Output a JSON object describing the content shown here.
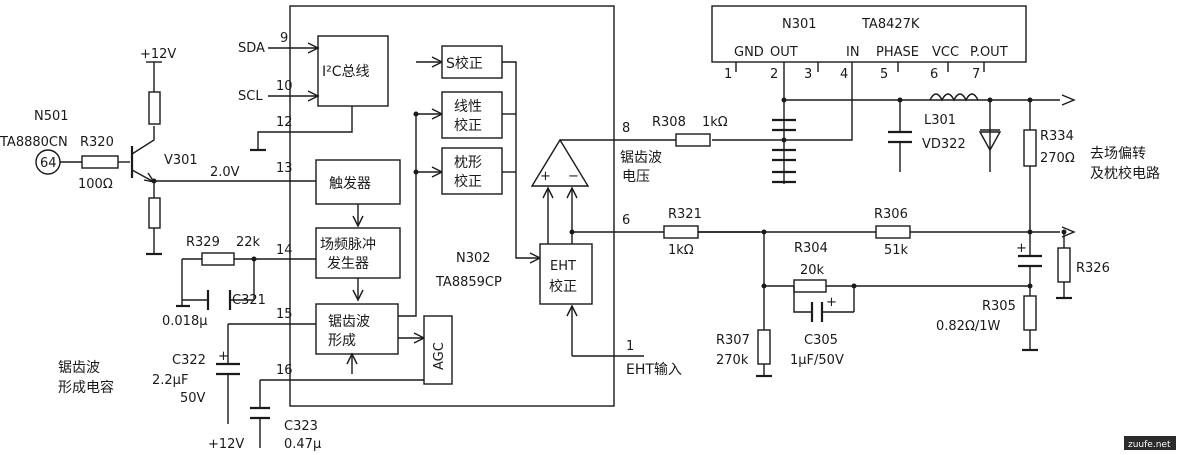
{
  "n501": {
    "ref": "N501",
    "part": "TA8880CN",
    "pin": "64"
  },
  "r320": {
    "ref": "R320",
    "value": "100Ω"
  },
  "v301": {
    "ref": "V301"
  },
  "supply": {
    "plus12_top": "+12V",
    "plus12_bottom": "+12V"
  },
  "bus": {
    "sda": "SDA",
    "scl": "SCL",
    "block": "I²C总线"
  },
  "n302": {
    "ref": "N302",
    "part": "TA8859CP",
    "pins": {
      "p9": "9",
      "p10": "10",
      "p12": "12",
      "p13": "13",
      "p14": "14",
      "p15": "15",
      "p16": "16",
      "p8": "8",
      "p6": "6",
      "p1": "1"
    },
    "blocks": {
      "trigger": "触发器",
      "pulse_gen_1": "场频脉冲",
      "pulse_gen_2": "发生器",
      "sawtooth_1": "锯齿波",
      "sawtooth_2": "形成",
      "agc": "AGC",
      "s_corr": "S校正",
      "lin_1": "线性",
      "lin_2": "校正",
      "pin_1": "枕形",
      "pin_2": "校正",
      "eht_1": "EHT",
      "eht_2": "校正"
    },
    "voltage_13": "2.0V",
    "output_label_1": "锯齿波",
    "output_label_2": "电压",
    "eht_input": "EHT输入"
  },
  "components": {
    "r329": {
      "ref": "R329",
      "value": "22k"
    },
    "c321": {
      "ref": "C321",
      "value": "0.018μ"
    },
    "c322": {
      "ref": "C322",
      "value1": "2.2μF",
      "value2": "50V"
    },
    "c323": {
      "ref": "C323",
      "value": "0.47μ"
    },
    "r308": {
      "ref": "R308",
      "value": "1kΩ"
    },
    "r321": {
      "ref": "R321",
      "value": "1kΩ"
    },
    "r306": {
      "ref": "R306",
      "value": "51k"
    },
    "r304": {
      "ref": "R304",
      "value": "20k"
    },
    "c305": {
      "ref": "C305",
      "value": "1μF/50V"
    },
    "r307": {
      "ref": "R307",
      "value": "270k"
    },
    "r305": {
      "ref": "R305",
      "value": "0.82Ω/1W"
    },
    "r326": {
      "ref": "R326"
    },
    "r334": {
      "ref": "R334",
      "value": "270Ω"
    },
    "l301": {
      "ref": "L301"
    },
    "vd322": {
      "ref": "VD322"
    }
  },
  "n301": {
    "ref": "N301",
    "part": "TA8427K",
    "pin_names": [
      "GND",
      "OUT",
      "IN",
      "PHASE",
      "VCC",
      "P.OUT"
    ],
    "pin_numbers": [
      "1",
      "2",
      "3",
      "4",
      "5",
      "6",
      "7"
    ]
  },
  "notes": {
    "sawtooth_cap_1": "锯齿波",
    "sawtooth_cap_2": "形成电容",
    "to_yoke_1": "去场偏转",
    "to_yoke_2": "及枕校电路",
    "watermark": "zuufe.net"
  }
}
